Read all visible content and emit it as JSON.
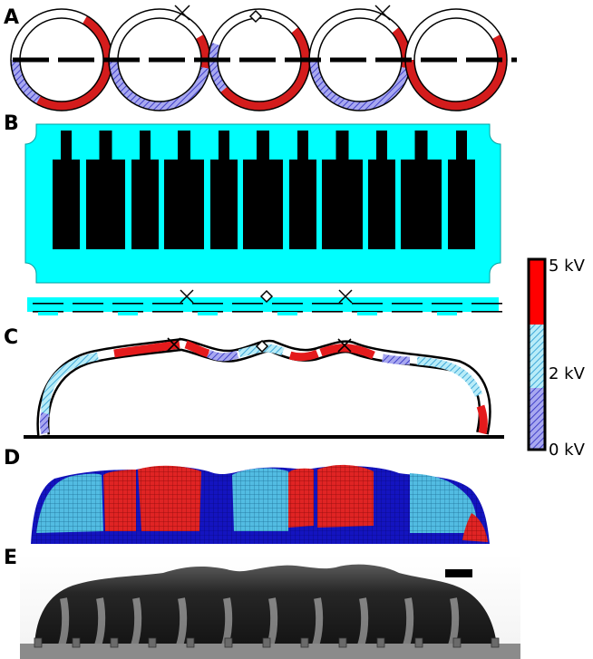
{
  "panels": [
    {
      "id": "A",
      "label": "A"
    },
    {
      "id": "B",
      "label": "B"
    },
    {
      "id": "C",
      "label": "C"
    },
    {
      "id": "D",
      "label": "D"
    },
    {
      "id": "E",
      "label": "E"
    }
  ],
  "colorbar": {
    "top_label": "5 kV",
    "mid_label": "2 kV",
    "bottom_label": "0 kV"
  },
  "colors": {
    "high_voltage": "#e41a1c",
    "mid_voltage": "#7fd7ee",
    "low_voltage": "#5a5ad8",
    "mesh_base": "#1010b8",
    "mesh_red": "#e02020",
    "mesh_cyan": "#50b8e0",
    "layer": "#00ffff",
    "electrode": "#000000"
  },
  "markers": {
    "cross": "×",
    "diamond": "◇"
  }
}
